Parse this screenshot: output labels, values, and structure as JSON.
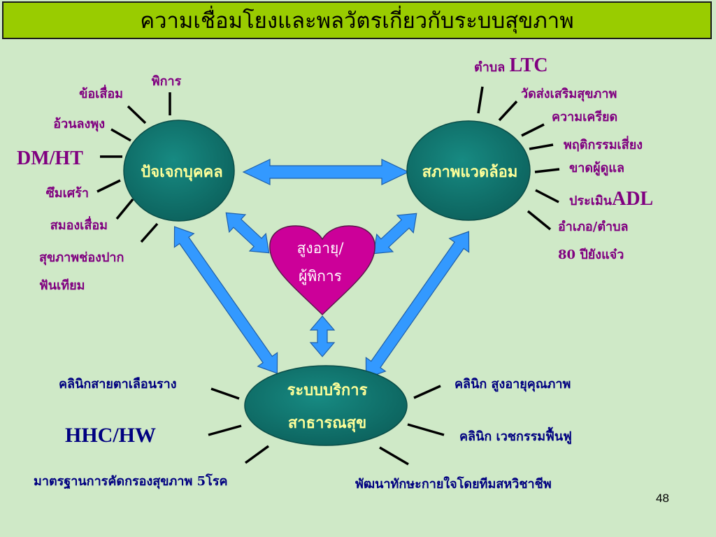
{
  "title": "ความเชื่อมโยงและพลวัตรเกี่ยวกับระบบสุขภาพ",
  "page_number": "48",
  "colors": {
    "background": "#cfe9c7",
    "title_bar": "#99cc00",
    "node_fill": "#0f7670",
    "node_text": "#ffff99",
    "heart": "#cc0099",
    "arrow": "#3399ff",
    "label_purple": "#800080",
    "label_navy": "#000080"
  },
  "nodes": {
    "individual": "ปัจเจกบุคคล",
    "environment": "สภาพแวดล้อม",
    "health_service_line1": "ระบบบริการ",
    "health_service_line2": "สาธารณสุข",
    "center_line1": "สูงอายุ/",
    "center_line2": "ผู้พิการ"
  },
  "individual_factors": {
    "disability": "พิการ",
    "joint_degeneration": "ข้อเสื่อม",
    "obesity": "อ้วนลงพุง",
    "dm_ht": "DM/HT",
    "depression": "ซึมเศร้า",
    "dementia": "สมองเสื่อม",
    "oral_health": "สุขภาพช่องปาก",
    "dentures": "ฟันเทียม"
  },
  "environment_factors": {
    "ltc_prefix": "ตำบล ",
    "ltc": "LTC",
    "temple": "วัดส่งเสริมสุขภาพ",
    "stress": "ความเครียด",
    "risk_behavior": "พฤติกรรมเสี่ยง",
    "no_caregiver": "ขาดผู้ดูแล",
    "adl_prefix": "ประเมิน",
    "adl": "ADL",
    "district": "อำเภอ/ตำบล",
    "eighty_still_fit": "80 ปียังแจ๋ว"
  },
  "service_items": {
    "vision_clinic": "คลินิกสายตาเลือนราง",
    "hhc_hw": "HHC/HW",
    "screening": "มาตรฐานการคัดกรองสุขภาพ 5โรค",
    "quality_elderly_clinic": "คลินิก สูงอายุคุณภาพ",
    "rehab_clinic": "คลินิก เวชกรรมฟื้นฟู",
    "multidisciplinary": "พัฒนาทักษะกายใจโดยทีมสหวิชาชีพ"
  }
}
